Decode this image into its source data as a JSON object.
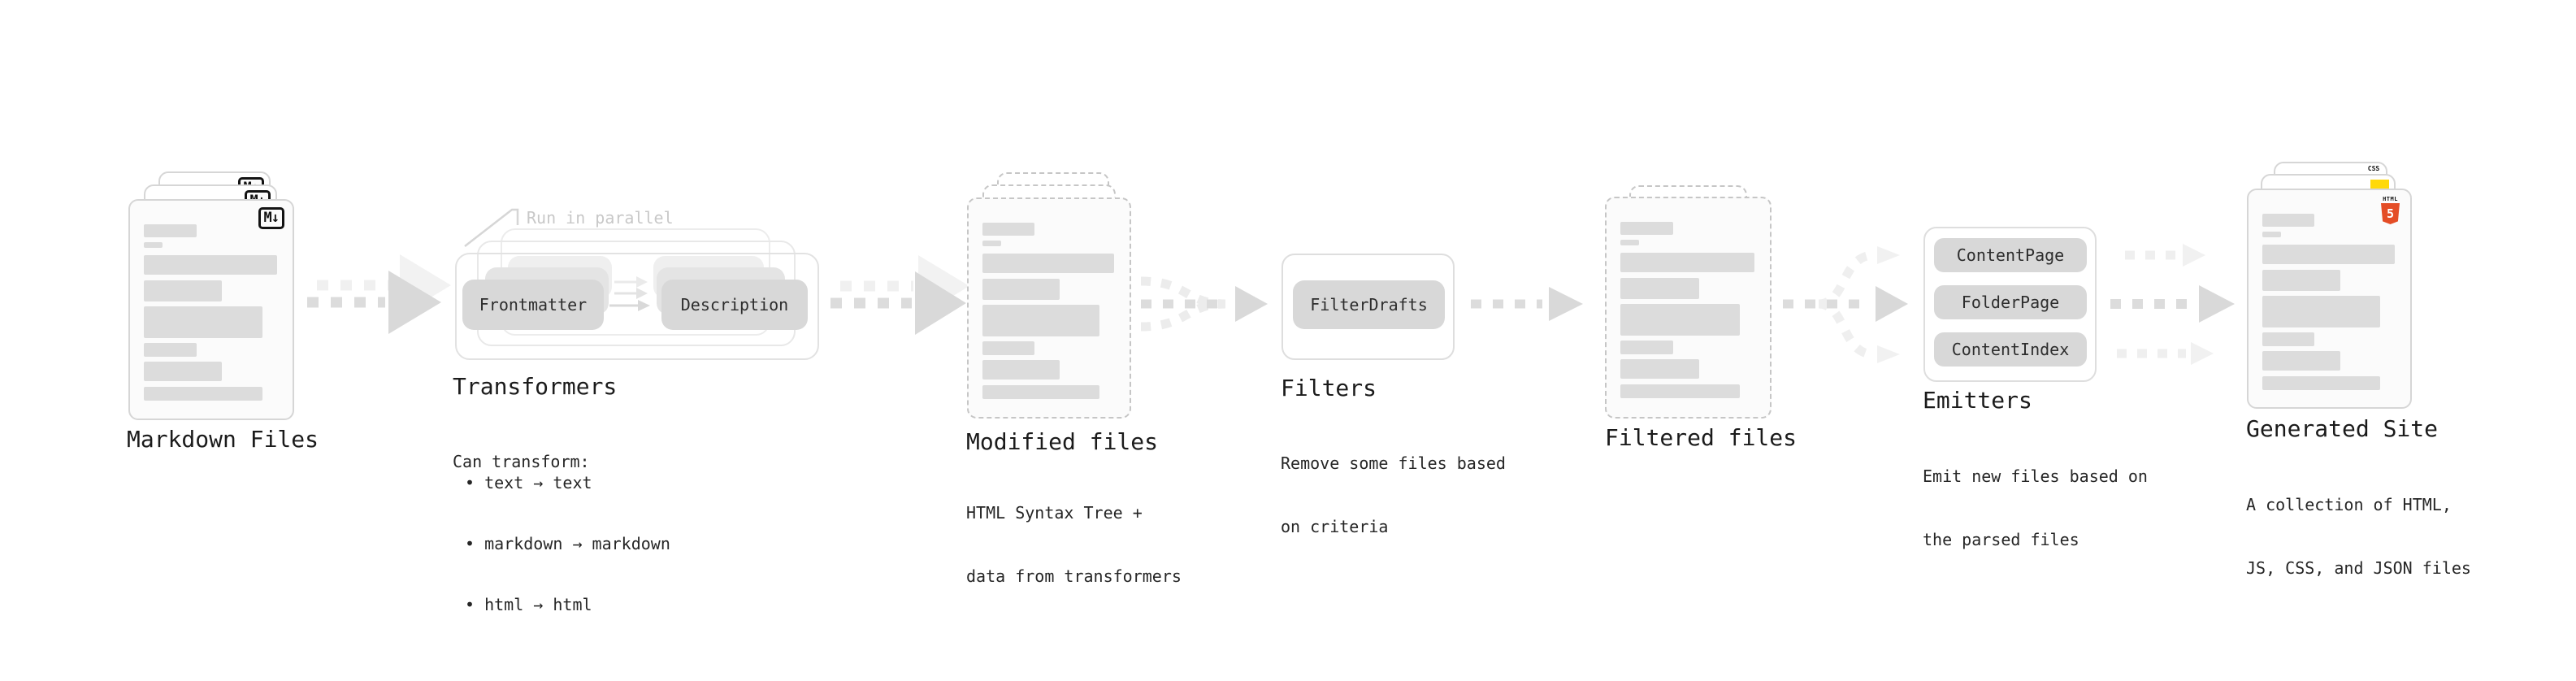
{
  "colors": {
    "accent_markdown_badge": "#131313",
    "accent_html5_orange": "#e44d26",
    "accent_js_yellow": "#ffd908",
    "accent_css_blue": "#2b63e8",
    "doc_bar_gray": "#dcdcdc",
    "pill_gray": "#d8d8d8",
    "arrow_gray": "#d9d9d9"
  },
  "annotation": {
    "run_in_parallel": "Run in parallel"
  },
  "stages": {
    "markdown_files": {
      "label": "Markdown Files",
      "badge": "M↓"
    },
    "transformers": {
      "label": "Transformers",
      "pill_frontmatter": "Frontmatter",
      "pill_description": "Description",
      "desc_title": "Can transform:",
      "bullets": [
        "• text → text",
        "• markdown → markdown",
        "• html → html"
      ]
    },
    "modified_files": {
      "label": "Modified files",
      "desc": [
        "HTML Syntax Tree +",
        "data from transformers"
      ]
    },
    "filters": {
      "label": "Filters",
      "pill": "FilterDrafts",
      "desc": [
        "Remove some files based",
        "on criteria"
      ]
    },
    "filtered_files": {
      "label": "Filtered files"
    },
    "emitters": {
      "label": "Emitters",
      "pills": [
        "ContentPage",
        "FolderPage",
        "ContentIndex"
      ],
      "desc": [
        "Emit new files based on",
        "the parsed files"
      ]
    },
    "generated_site": {
      "label": "Generated Site",
      "badge_css": "CSS",
      "badge_html_caption": "HTML",
      "badge_html_number": "5",
      "desc": [
        "A collection of HTML,",
        "JS, CSS, and JSON files"
      ]
    }
  }
}
